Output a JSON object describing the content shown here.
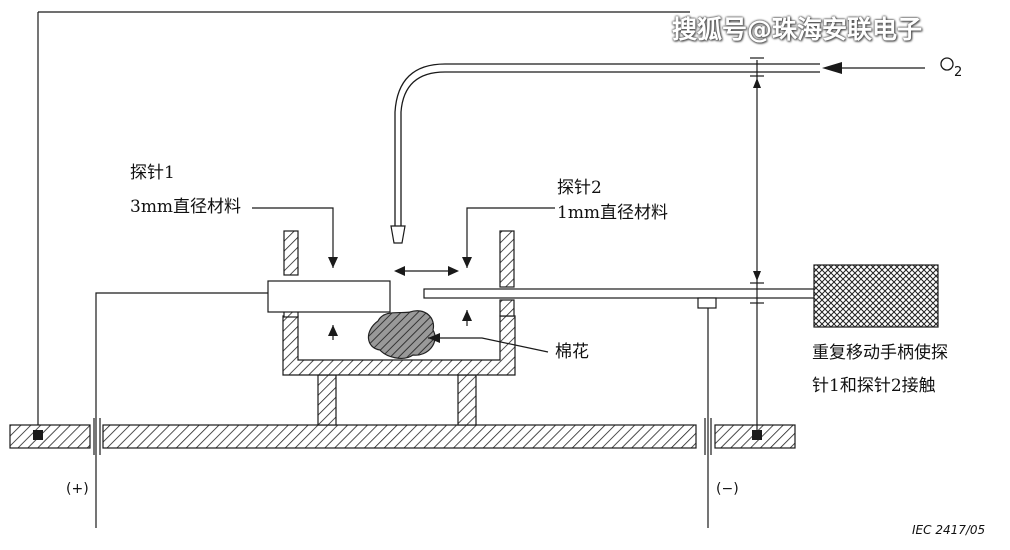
{
  "watermark": "搜狐号@珠海安联电子",
  "labels": {
    "oxygen": "O",
    "oxygen_sub": "2",
    "probe1_title": "探针1",
    "probe1_desc": "3mm直径材料",
    "probe2_title": "探针2",
    "probe2_desc": "1mm直径材料",
    "cotton": "棉花",
    "handle_line1": "重复移动手柄使探",
    "handle_line2": "针1和探针2接触",
    "plus": "(+)",
    "minus": "(−)",
    "figure_code": "IEC   2417/05"
  },
  "colors": {
    "line": "#1a1a1a",
    "background": "#ffffff",
    "watermark_shadow": "#555555"
  }
}
